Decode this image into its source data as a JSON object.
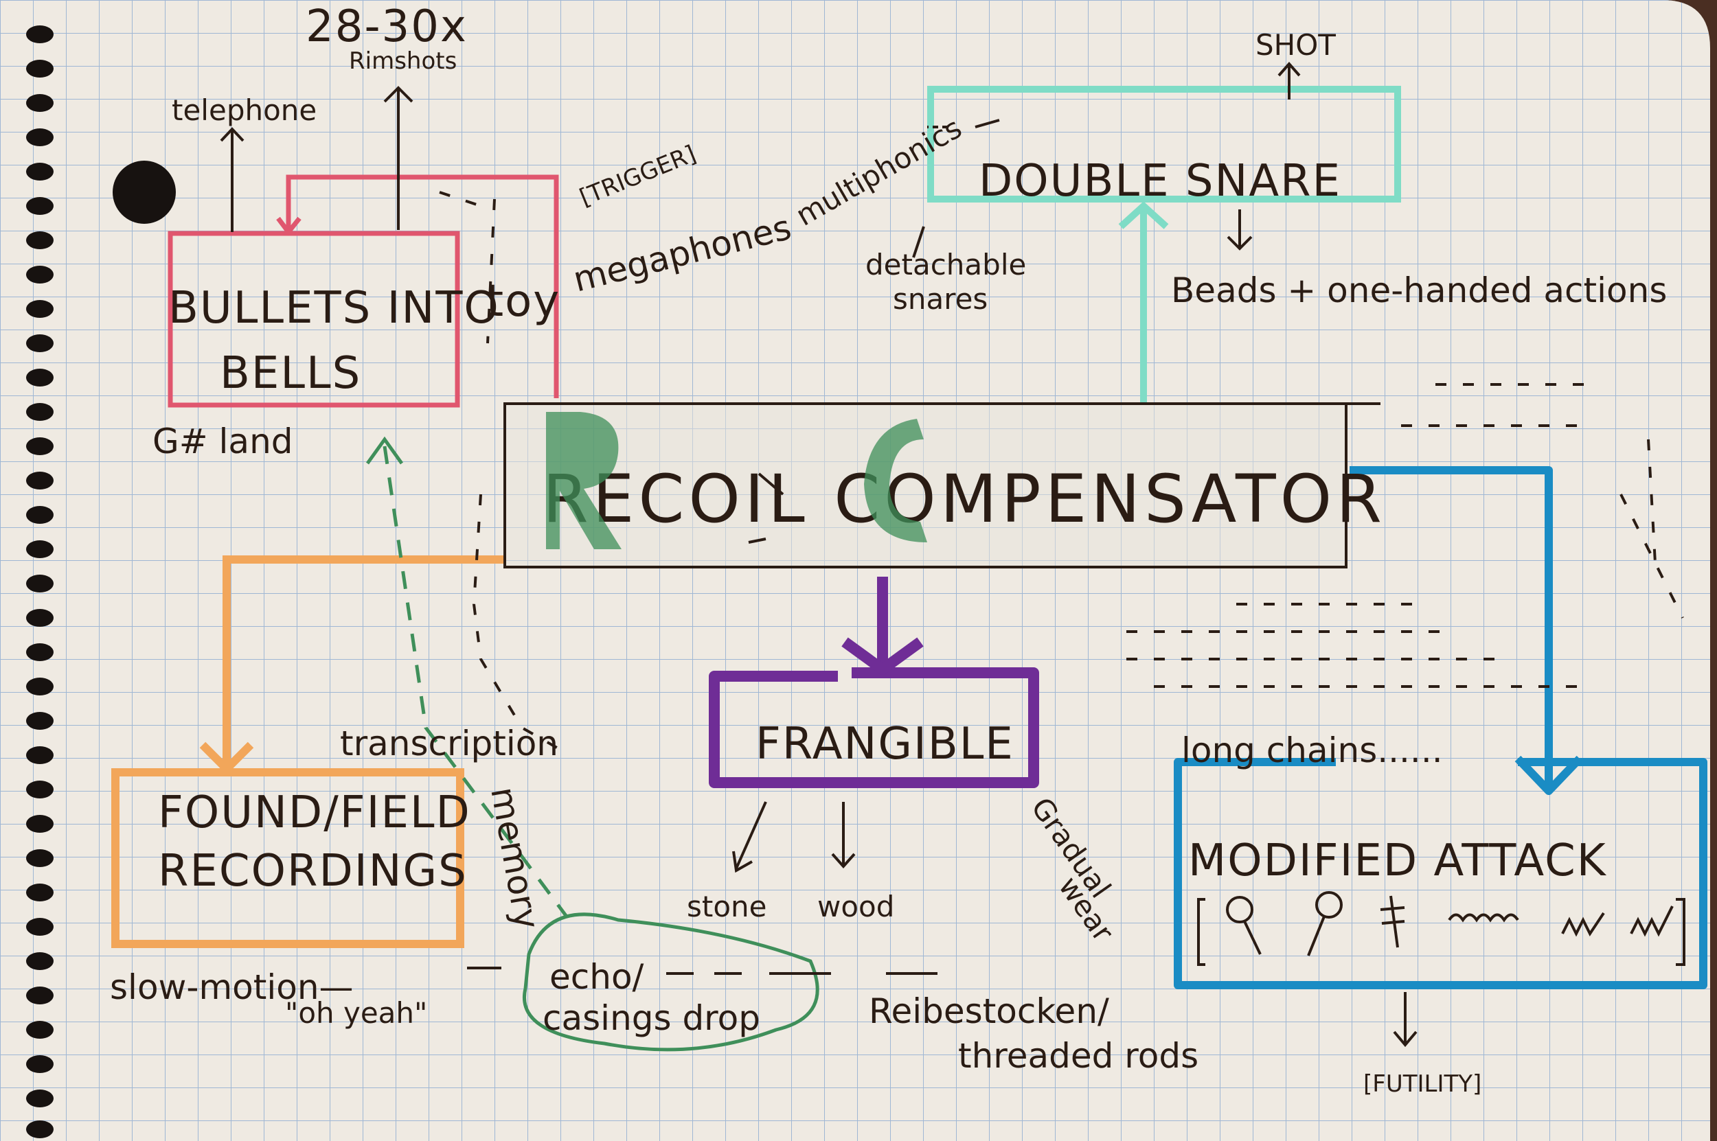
{
  "colors": {
    "paper": "#efeae2",
    "grid": "#9fb7d4",
    "ink": "#2a1c14",
    "red": "#e0566e",
    "teal": "#7fdcc6",
    "orange": "#f2a65a",
    "purple": "#6f2d96",
    "blue": "#1a8cc4",
    "green": "#3f8f5a"
  },
  "nodes": {
    "recoil": "RECOIL COMPENSATOR",
    "bullets_line1": "BULLETS INTO",
    "bullets_line2": "BELLS",
    "bullets_toy": "toy",
    "double_snare": "DOUBLE SNARE",
    "frangible": "FRANGIBLE",
    "found_line1": "FOUND/FIELD",
    "found_line2": "RECORDINGS",
    "modified": "MODIFIED ATTACK",
    "echo_line1": "echo/",
    "echo_line2": "casings drop"
  },
  "labels": {
    "rimshots_count": "28-30x",
    "rimshots": "Rimshots",
    "telephone": "telephone",
    "trigger": "[TRIGGER]",
    "megaphones": "megaphones",
    "multiphonics": "multiphonics",
    "shot": "SHOT",
    "detachable_1": "detachable",
    "detachable_2": "snares",
    "beads": "Beads + one-handed actions",
    "gfland": "G# land",
    "transcription": "transcription",
    "memory": "memory",
    "stone": "stone",
    "wood": "wood",
    "gradual_wear_1": "Gradual",
    "gradual_wear_2": "wear",
    "long_chains": "long chains......",
    "slow_motion": "slow-motion—",
    "oh_yeah": "\"oh yeah\"",
    "reibestocken_1": "Reibestocken/",
    "reibestocken_2": "threaded rods",
    "futility": "[FUTILITY]"
  }
}
